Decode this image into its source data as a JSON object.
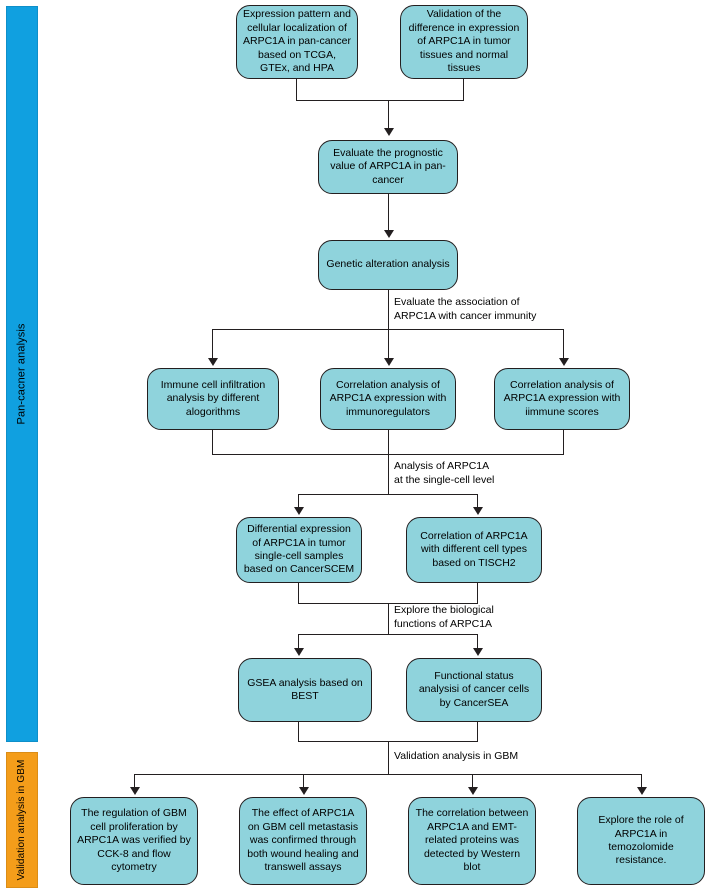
{
  "figure": {
    "type": "flowchart",
    "title": "ARPC1A pan-cancer and GBM study workflow"
  },
  "rails": [
    {
      "id": "pan-cancer",
      "label": "Pan-cacner analysis",
      "color": "#10a0e0"
    },
    {
      "id": "gbm",
      "label": "Validation analysis in GBM",
      "color": "#f49d1a"
    }
  ],
  "node_style": {
    "fill": "#8fd3dc",
    "stroke": "#231f20"
  },
  "nodes": [
    {
      "id": "n1",
      "text": "Expression pattern and cellular localization of ARPC1A in pan-cancer based on TCGA, GTEx, and HPA"
    },
    {
      "id": "n2",
      "text": "Validation of the difference in expression of ARPC1A in tumor tissues and normal tissues"
    },
    {
      "id": "n3",
      "text": "Evaluate the prognostic value of ARPC1A in pan-cancer"
    },
    {
      "id": "n4",
      "text": "Genetic alteration analysis"
    },
    {
      "id": "n5",
      "text": "Immune cell infiltration analysis by different alogorithms"
    },
    {
      "id": "n6",
      "text": "Correlation analysis of ARPC1A expression with immunoregulators"
    },
    {
      "id": "n7",
      "text": "Correlation analysis of ARPC1A expression with iimmune scores"
    },
    {
      "id": "n8",
      "text": "Differential expression of ARPC1A in tumor single-cell samples based on CancerSCEM"
    },
    {
      "id": "n9",
      "text": "Correlation of ARPC1A with different cell types based on TISCH2"
    },
    {
      "id": "n10",
      "text": "GSEA analysis based on BEST"
    },
    {
      "id": "n11",
      "text": "Functional status analysisi of cancer cells by CancerSEA"
    },
    {
      "id": "n12",
      "text": "The regulation of GBM cell proliferation by ARPC1A was verified by CCK-8 and flow cytometry"
    },
    {
      "id": "n13",
      "text": "The effect of ARPC1A on GBM cell metastasis was confirmed through both wound healing and transwell assays"
    },
    {
      "id": "n14",
      "text": "The correlation between ARPC1A and EMT-related proteins was detected by Western blot"
    },
    {
      "id": "n15",
      "text": "Explore the role of ARPC1A in temozolomide resistance."
    }
  ],
  "edge_captions": [
    {
      "id": "c1",
      "text": "Evaluate the association of\nARPC1A with cancer immunity"
    },
    {
      "id": "c2",
      "text": "Analysis of ARPC1A\nat the single-cell level"
    },
    {
      "id": "c3",
      "text": "Explore the biological\nfunctions of ARPC1A"
    },
    {
      "id": "c4",
      "text": "Validation analysis in GBM"
    }
  ]
}
